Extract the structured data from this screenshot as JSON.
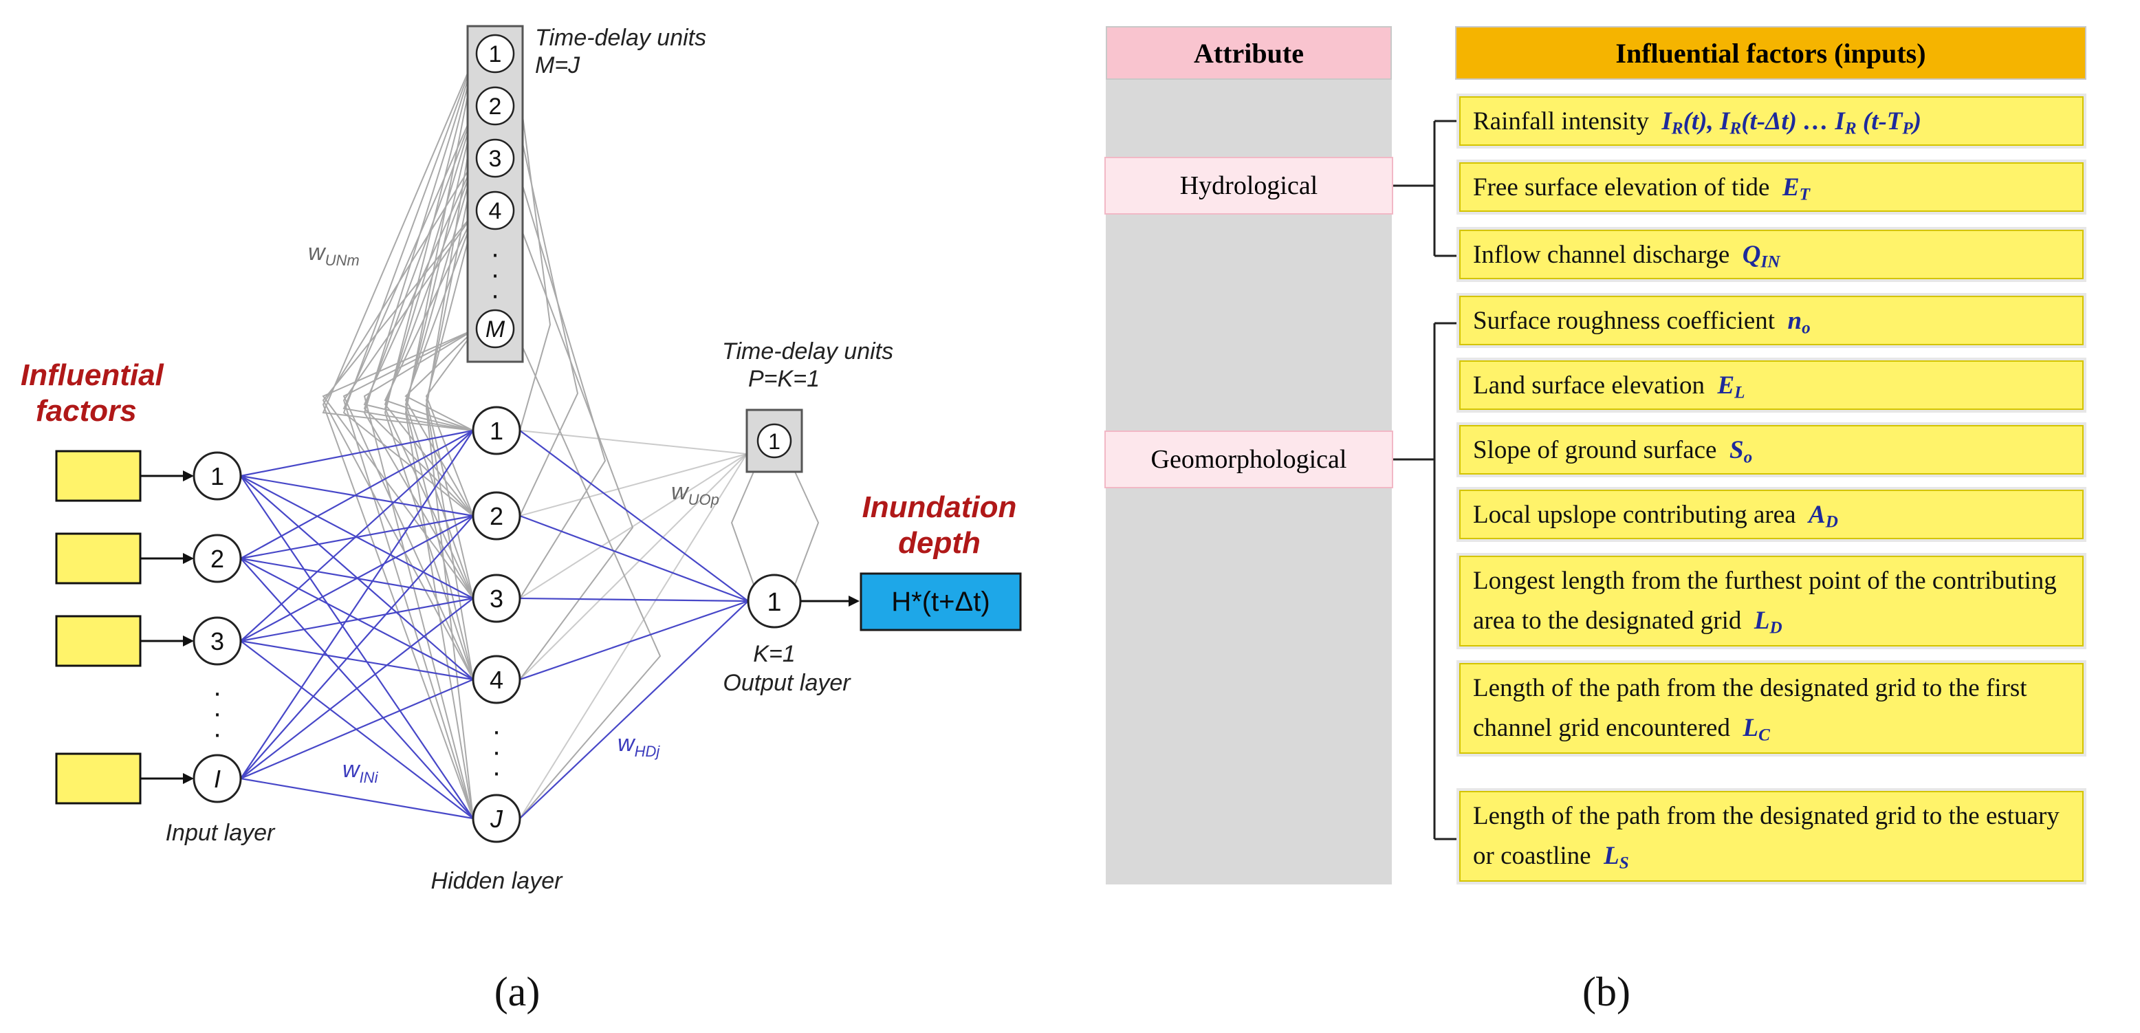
{
  "panel_a": {
    "time_delay_hidden": {
      "title": "Time-delay units",
      "relation": "M=J",
      "units": [
        "1",
        "2",
        "3",
        "4",
        "·",
        "·",
        "·",
        "M"
      ]
    },
    "time_delay_output": {
      "title": "Time-delay units",
      "relation": "P=K=1",
      "unit": "1"
    },
    "influential_factors_label": [
      "Influential",
      "factors"
    ],
    "inundation_depth_label": [
      "Inundation",
      "depth"
    ],
    "input_nodes": [
      "1",
      "2",
      "3",
      "I"
    ],
    "input_dots": [
      "·",
      "·",
      "·"
    ],
    "hidden_nodes": [
      "1",
      "2",
      "3",
      "4",
      "J"
    ],
    "hidden_dots": [
      "·",
      "·",
      "·"
    ],
    "output_node": "1",
    "output_value": "H*(t+Δt)",
    "weights": {
      "w_unm": {
        "base": "w",
        "sub": "UNm"
      },
      "w_uop": {
        "base": "w",
        "sub": "UOp"
      },
      "w_ini": {
        "base": "w",
        "sub": "INi"
      },
      "w_hdj": {
        "base": "w",
        "sub": "HDj"
      }
    },
    "layer_labels": {
      "input": "Input layer",
      "hidden": "Hidden layer",
      "output_k": "K=1",
      "output": "Output layer"
    },
    "caption": "(a)",
    "colors": {
      "input_box": "#fff36a",
      "output_box": "#1ea7e8",
      "label_red": "#b01818",
      "weight_blue": "#3b3bbd",
      "unit_box": "#d9d9d9"
    }
  },
  "panel_b": {
    "attribute_header": "Attribute",
    "factors_header": "Influential factors (inputs)",
    "attributes": [
      "Hydrological",
      "Geomorphological"
    ],
    "factors": [
      {
        "text": "Rainfall intensity",
        "symbol": "IR(t), IR(t-Δt) … IR (t-TP)"
      },
      {
        "text": "Free surface elevation of tide",
        "symbol": "ET"
      },
      {
        "text": "Inflow channel discharge",
        "symbol": "QIN"
      },
      {
        "text": "Surface roughness coefficient",
        "symbol": "no"
      },
      {
        "text": "Land surface elevation",
        "symbol": "EL"
      },
      {
        "text": "Slope of ground surface",
        "symbol": "So"
      },
      {
        "text": "Local upslope contributing area",
        "symbol": "AD"
      },
      {
        "text": "Longest length from the furthest point of the contributing area to the designated grid",
        "symbol": "LD"
      },
      {
        "text": "Length of the path from the designated grid to the first channel grid encountered",
        "symbol": "LC"
      },
      {
        "text": "Length of the path from the designated grid to the estuary or coastline",
        "symbol": "LS"
      }
    ],
    "caption": "(b)",
    "colors": {
      "attribute_header": "#f9c4cf",
      "factor_header": "#f5b400",
      "factor_box": "#fff36a",
      "symbol_blue": "#1d2a9c"
    }
  }
}
